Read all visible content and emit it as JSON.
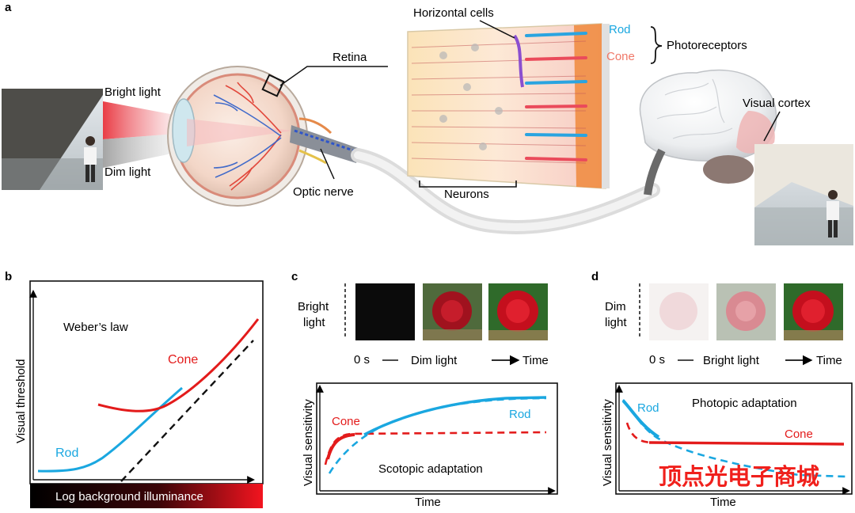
{
  "panels": {
    "a": {
      "letter": "a",
      "bright_light": "Bright light",
      "dim_light": "Dim light",
      "retina": "Retina",
      "optic_nerve": "Optic nerve",
      "horizontal_cells": "Horizontal cells",
      "rod": "Rod",
      "cone": "Cone",
      "photoreceptors": "Photoreceptors",
      "neurons": "Neurons",
      "visual_cortex": "Visual cortex"
    },
    "b": {
      "letter": "b",
      "ylabel": "Visual threshold",
      "xlabel": "Log background illuminance",
      "law": "Weber’s law",
      "cone": "Cone",
      "rod": "Rod"
    },
    "c": {
      "letter": "c",
      "row_label_1": "Bright",
      "row_label_2": "light",
      "t0": "0 s",
      "condition": "Dim light",
      "time_arrow": "Time",
      "ylabel": "Visual sensitivity",
      "xlabel": "Time",
      "cone": "Cone",
      "rod": "Rod",
      "caption": "Scotopic adaptation"
    },
    "d": {
      "letter": "d",
      "row_label_1": "Dim",
      "row_label_2": "light",
      "t0": "0 s",
      "condition": "Bright light",
      "time_arrow": "Time",
      "ylabel": "Visual sensitivity",
      "xlabel": "Time",
      "rod": "Rod",
      "cone": "Cone",
      "caption": "Photopic adaptation"
    }
  },
  "watermark": "顶点光电子商城",
  "colors": {
    "rod": "#1aa7e0",
    "cone": "#e31b1b",
    "accent_red": "#f03a2e"
  }
}
